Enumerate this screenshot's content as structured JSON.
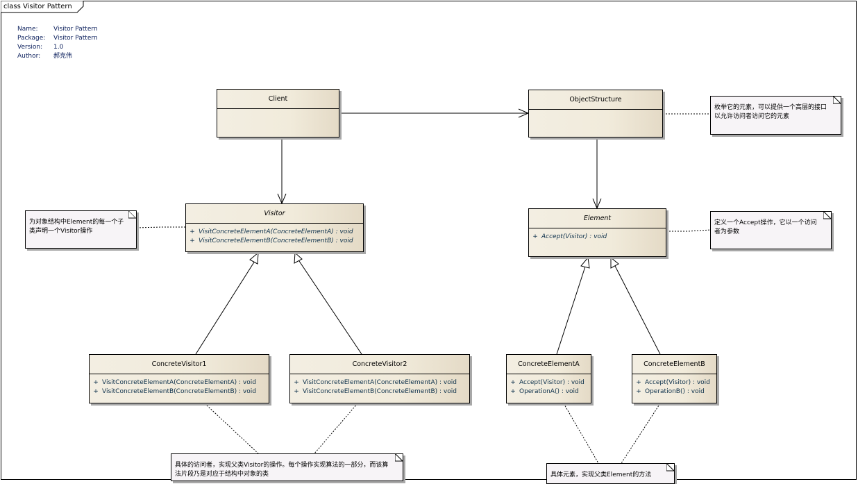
{
  "diagram": {
    "frame_title": "class Visitor Pattern",
    "meta": [
      {
        "key": "Name:",
        "value": "Visitor Pattern"
      },
      {
        "key": "Package:",
        "value": "Visitor Pattern"
      },
      {
        "key": "Version:",
        "value": "1.0"
      },
      {
        "key": "Author:",
        "value": "郝克伟"
      }
    ],
    "classes": {
      "client": {
        "name": "Client"
      },
      "object_structure": {
        "name": "ObjectStructure"
      },
      "visitor": {
        "name": "Visitor",
        "ops": [
          {
            "vis": "+",
            "sig": "VisitConcreteElementA(ConcreteElementA) : void"
          },
          {
            "vis": "+",
            "sig": "VisitConcreteElementB(ConcreteElementB) : void"
          }
        ]
      },
      "element": {
        "name": "Element",
        "ops": [
          {
            "vis": "+",
            "sig": "Accept(Visitor) : void"
          }
        ]
      },
      "concrete_visitor1": {
        "name": "ConcreteVisitor1",
        "ops": [
          {
            "vis": "+",
            "sig": "VisitConcreteElementA(ConcreteElementA) : void"
          },
          {
            "vis": "+",
            "sig": "VisitConcreteElementB(ConcreteElementB) : void"
          }
        ]
      },
      "concrete_visitor2": {
        "name": "ConcreteVisitor2",
        "ops": [
          {
            "vis": "+",
            "sig": "VisitConcreteElementA(ConcreteElementA) : void"
          },
          {
            "vis": "+",
            "sig": "VisitConcreteElementB(ConcreteElementB) : void"
          }
        ]
      },
      "concrete_element_a": {
        "name": "ConcreteElementA",
        "ops": [
          {
            "vis": "+",
            "sig": "Accept(Visitor) : void"
          },
          {
            "vis": "+",
            "sig": "OperationA() : void"
          }
        ]
      },
      "concrete_element_b": {
        "name": "ConcreteElementB",
        "ops": [
          {
            "vis": "+",
            "sig": "Accept(Visitor) : void"
          },
          {
            "vis": "+",
            "sig": "OperationB() : void"
          }
        ]
      }
    },
    "notes": {
      "visitor_note": "为对象结构中Element的每一个子类声明一个Visitor操作",
      "object_structure_note": "枚举它的元素，可以提供一个高层的接口以允许访问者访问它的元素",
      "element_note": "定义一个Accept操作，它以一个访问者为参数",
      "concrete_visitor_note": "具体的访问者，实现父类Visitor的操作。每个操作实现算法的一部分，而该算法片段乃是对应于结构中对象的类",
      "concrete_element_note": "具体元素，实现父类Element的方法"
    }
  }
}
